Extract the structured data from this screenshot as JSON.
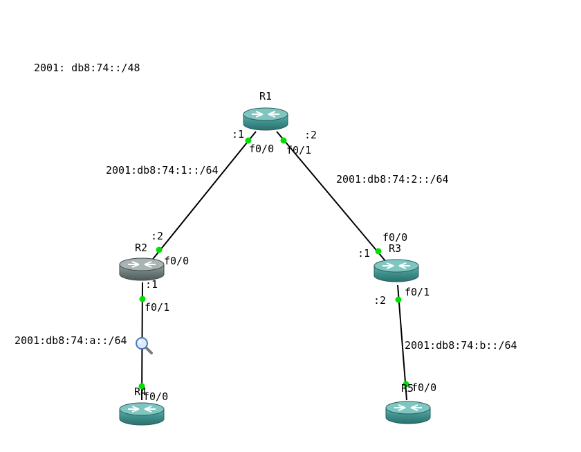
{
  "colors": {
    "background": "#ffffff",
    "router_body": "#3d8f8c",
    "router_body_selected": "#6e7b7b",
    "link_line": "#000000",
    "interface_up": "#00e000"
  },
  "global_prefix": "2001: db8:74::/48",
  "routers": {
    "r1": {
      "name": "R1",
      "icon": "router-icon"
    },
    "r2": {
      "name": "R2",
      "icon": "router-icon"
    },
    "r3": {
      "name": "R3",
      "icon": "router-icon"
    },
    "r4": {
      "name": "R4",
      "icon": "router-icon"
    },
    "r5": {
      "name": "R5",
      "icon": "router-icon"
    }
  },
  "links": {
    "r1_r2": {
      "subnet": "2001:db8:74:1::/64",
      "a_interface": "f0/0",
      "a_host": ":1",
      "b_interface": "f0/0",
      "b_host": ":2"
    },
    "r1_r3": {
      "subnet": "2001:db8:74:2::/64",
      "a_interface": "f0/1",
      "a_host": ":2",
      "b_interface": "f0/0",
      "b_host": ":1"
    },
    "r2_r4": {
      "subnet": "2001:db8:74:a::/64",
      "a_interface": "f0/1",
      "a_host": ":1",
      "b_interface": "f0/0"
    },
    "r3_r5": {
      "subnet": "2001:db8:74:b::/64",
      "a_interface": "f0/1",
      "a_host": ":2",
      "b_interface": "f0/0"
    }
  },
  "overlay": {
    "icon": "magnifier-icon"
  }
}
